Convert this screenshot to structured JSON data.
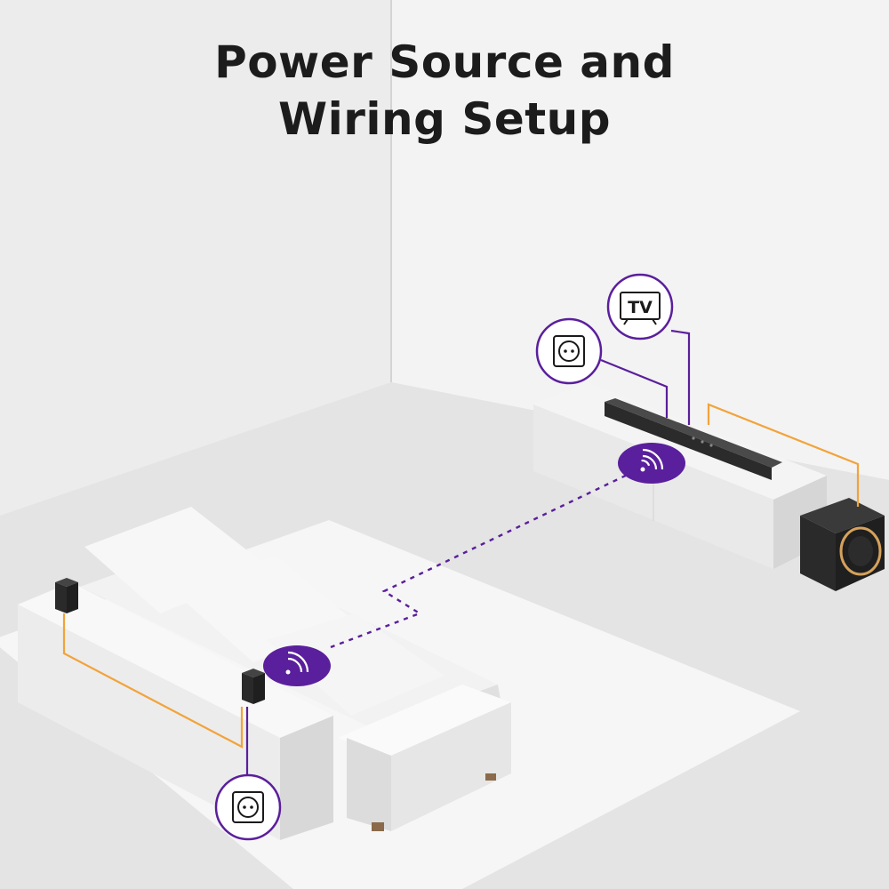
{
  "title": {
    "line1": "Power Source and",
    "line2": "Wiring Setup"
  },
  "icons": {
    "tv_label": "TV",
    "outlet_top": "power-outlet-icon",
    "outlet_bottom": "power-outlet-icon",
    "tv": "tv-icon",
    "wireless_soundbar": "wireless-signal-icon",
    "wireless_rear": "wireless-signal-icon"
  },
  "colors": {
    "accent_purple": "#5a1f9c",
    "wire_orange": "#f2a33a",
    "background": "#e6e6e6"
  }
}
